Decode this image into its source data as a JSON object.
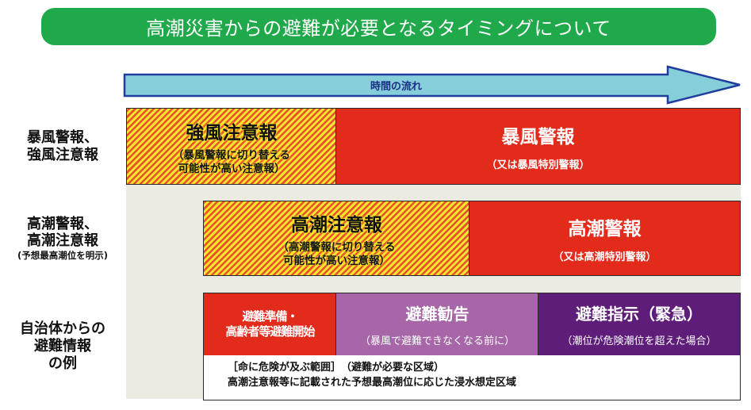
{
  "title": "高潮災害からの避難が必要となるタイミングについて",
  "time_arrow": {
    "label": "時間の流れ"
  },
  "colors": {
    "banner_green": "#1fa94b",
    "arrow_fill": "#86ced9",
    "arrow_border": "#1f3c9e",
    "warning_red": "#e32b1c",
    "advisory_stripe_yellow": "#f6e52e",
    "advisory_stripe_orange": "#e9512b",
    "evac_recommend_purple": "#a666a8",
    "evac_order_purple": "#5e1d78",
    "background_gray": "#ecebe2"
  },
  "rows": [
    {
      "label_lines": [
        "暴風警報、",
        "強風注意報"
      ],
      "advisory": {
        "title": "強風注意報",
        "sub_lines": [
          "（暴風警報に切り替える",
          "可能性が高い注意報）"
        ]
      },
      "warning": {
        "title": "暴風警報",
        "sub": "（又は暴風特別警報）"
      }
    },
    {
      "label_lines": [
        "高潮警報、",
        "高潮注意報"
      ],
      "label_note": "(予想最高潮位を明示)",
      "advisory": {
        "title": "高潮注意報",
        "sub_lines": [
          "（高潮警報に切り替える",
          "可能性が高い注意報）"
        ]
      },
      "warning": {
        "title": "高潮警報",
        "sub": "（又は高潮特別警報）"
      }
    },
    {
      "label_lines": [
        "自治体からの",
        "避難情報",
        "の例"
      ],
      "events": [
        {
          "title_lines": [
            "避難準備・",
            "高齢者等避難開始"
          ]
        },
        {
          "title": "避難勧告",
          "sub": "（暴風で避難できなくなる前に）"
        },
        {
          "title": "避難指示（緊急）",
          "sub": "（潮位が危険潮位を超えた場合）"
        }
      ],
      "note_lines": [
        "［命に危険が及ぶ範囲］　（避難が必要な区域）",
        "高潮注意報等に記載された予想最高潮位に応じた浸水想定区域"
      ]
    }
  ]
}
